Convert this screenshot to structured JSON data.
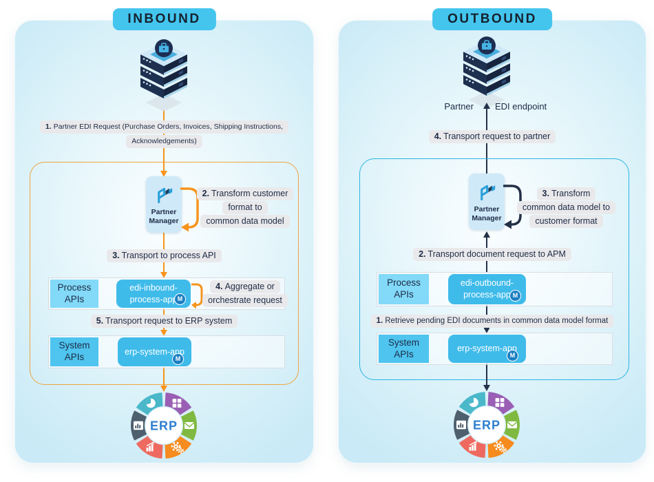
{
  "colors": {
    "badge_bg": "#44C5EE",
    "badge_text": "#15222F",
    "text_navy": "#1D2B45",
    "pill_bg": "#E9E9EB",
    "arrow_orange": "#F7941D",
    "box_orange": "#F0A43E",
    "arrow_navy": "#233047",
    "box_cyan": "#2BB4E2",
    "app_blue": "#3FBBEA",
    "label_process_bg": "#82D9F8",
    "label_system_bg": "#4EC4EF",
    "row_border": "#D9DEE3",
    "panel_edge": "#C9EAF6",
    "panel_center": "#FBFEFF",
    "mule_blue": "#1B7FC2",
    "pm_card_bg": "#CFE9F8",
    "pm_logo_blue": "#2A9FD8",
    "pm_logo_navy": "#1C3F5E",
    "erp_text": "#2E7FD0",
    "erp_teal": "#4AB8C9",
    "erp_purple": "#9A5FB5",
    "erp_green": "#80B941",
    "erp_orange": "#F68B1F",
    "erp_coral": "#EE6A60",
    "erp_slate": "#4E5F6D",
    "server_dark": "#1E3050",
    "server_darker": "#17243E",
    "server_light": "#CFE8F8",
    "server_mid": "#49AEDE",
    "server_badge": "#1C2E52",
    "server_accent": "#47B4E6"
  },
  "icons": {
    "mule": "M"
  },
  "inbound": {
    "title": "INBOUND",
    "step1": {
      "num": "1.",
      "line1": "Partner EDI Request (Purchase Orders, Invoices, Shipping Instructions,",
      "line2": "Acknowledgements)"
    },
    "step2": {
      "num": "2.",
      "line1": "Transform customer",
      "line2": "format to",
      "line3": "common data model"
    },
    "step3": {
      "num": "3.",
      "text": "Transport to process API"
    },
    "step4": {
      "num": "4.",
      "line1": "Aggregate or",
      "line2": "orchestrate request"
    },
    "step5": {
      "num": "5.",
      "text": "Transport request to ERP system"
    },
    "partner_manager": {
      "line1": "Partner",
      "line2": "Manager"
    },
    "process_apis": {
      "line1": "Process",
      "line2": "APIs"
    },
    "process_app": {
      "line1": "edi-inbound-",
      "line2": "process-app"
    },
    "system_apis": {
      "line1": "System",
      "line2": "APIs"
    },
    "system_app": "erp-system-app",
    "erp": "ERP"
  },
  "outbound": {
    "title": "OUTBOUND",
    "partner_label": "Partner",
    "endpoint_label": "EDI endpoint",
    "step4": {
      "num": "4.",
      "text": "Transport request to partner"
    },
    "step3": {
      "num": "3.",
      "line1": "Transform",
      "line2": "common data model to",
      "line3": "customer format"
    },
    "step2": {
      "num": "2.",
      "text": "Transport document request to APM"
    },
    "step1": {
      "num": "1.",
      "text": "Retrieve pending EDI documents in common data model format"
    },
    "partner_manager": {
      "line1": "Partner",
      "line2": "Manager"
    },
    "process_apis": {
      "line1": "Process",
      "line2": "APIs"
    },
    "process_app": {
      "line1": "edi-outbound-",
      "line2": "process-app"
    },
    "system_apis": {
      "line1": "System",
      "line2": "APIs"
    },
    "system_app": "erp-system-app",
    "erp": "ERP"
  }
}
